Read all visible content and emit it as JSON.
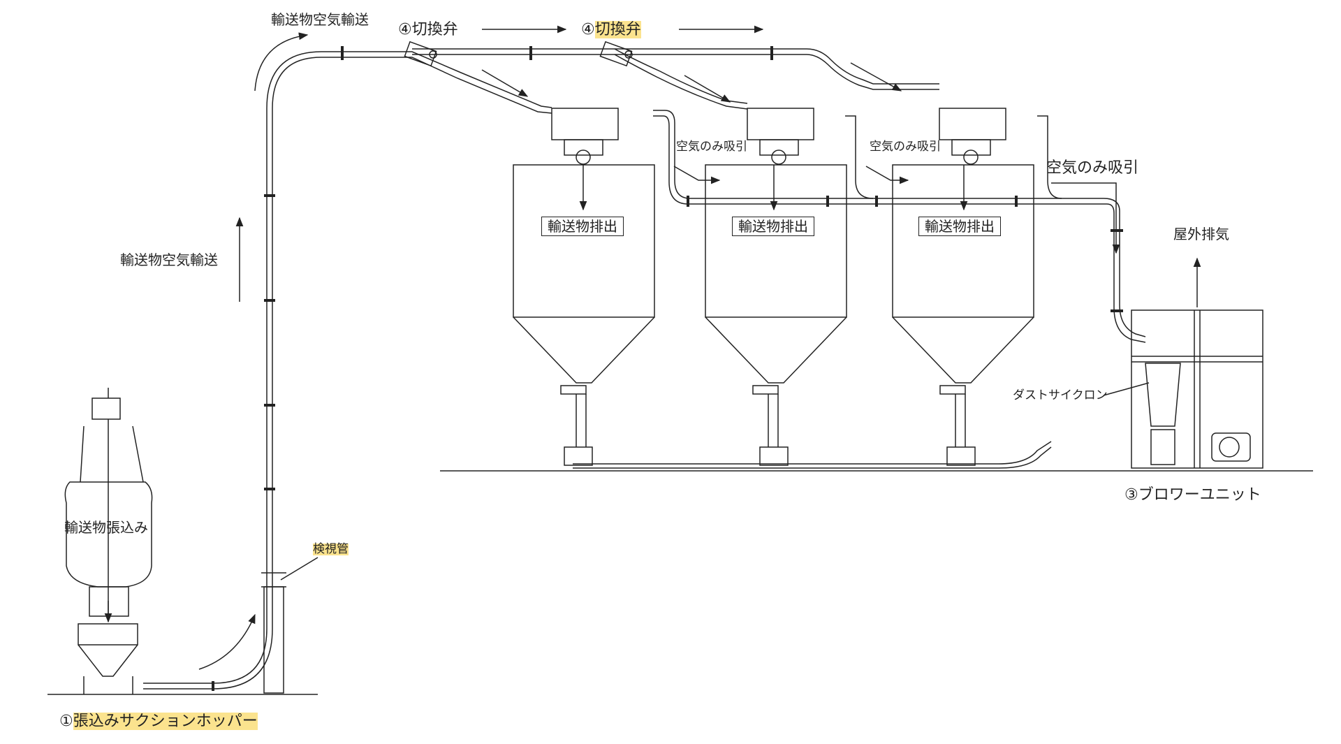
{
  "labels": {
    "conveying_top": "輸送物空気輸送",
    "conveying_left": "輸送物空気輸送",
    "valve_1_num": "④",
    "valve_1_text": "切換弁",
    "valve_2_num": "④",
    "valve_2_text": "切換弁",
    "air_suction_1": "空気のみ吸引",
    "air_suction_2": "空気のみ吸引",
    "air_suction_3": "空気のみ吸引",
    "discharge_1": "輸送物排出",
    "discharge_2": "輸送物排出",
    "discharge_3": "輸送物排出",
    "outdoor_exhaust": "屋外排気",
    "dust_cyclone": "ダストサイクロン",
    "blower_unit": "③ブロワーユニット",
    "sight_tube": "検視管",
    "material_loading": "輸送物張込み",
    "hopper_num": "①",
    "hopper_text": "張込みサクションホッパー"
  },
  "colors": {
    "highlight": "#fbe38e",
    "line": "#222222"
  }
}
